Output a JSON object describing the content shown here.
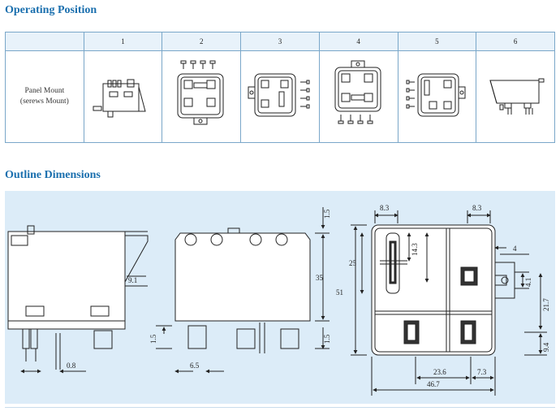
{
  "headings": {
    "operating_position": "Operating Position",
    "outline_dimensions": "Outline Dimensions"
  },
  "table": {
    "row_label_line1": "Panel Mount",
    "row_label_line2": "(serews Mount)",
    "columns": [
      "1",
      "2",
      "3",
      "4",
      "5",
      "6"
    ]
  },
  "dimensions": {
    "d_1_5_top": "1.5",
    "d_9_1": "9.1",
    "d_35": "35",
    "d_1_5_left": "1.5",
    "d_1_5_right": "1.5",
    "d_0_8": "0.8",
    "d_6_5": "6.5",
    "d_8_3_left": "8.3",
    "d_8_3_right": "8.3",
    "d_25": "25",
    "d_14_3": "14.3",
    "d_51": "51",
    "d_4": "4",
    "d_4_1": "4.1",
    "d_21_7": "21.7",
    "d_9_4": "9.4",
    "d_23_6": "23.6",
    "d_7_3": "7.3",
    "d_46_7": "46.7"
  }
}
